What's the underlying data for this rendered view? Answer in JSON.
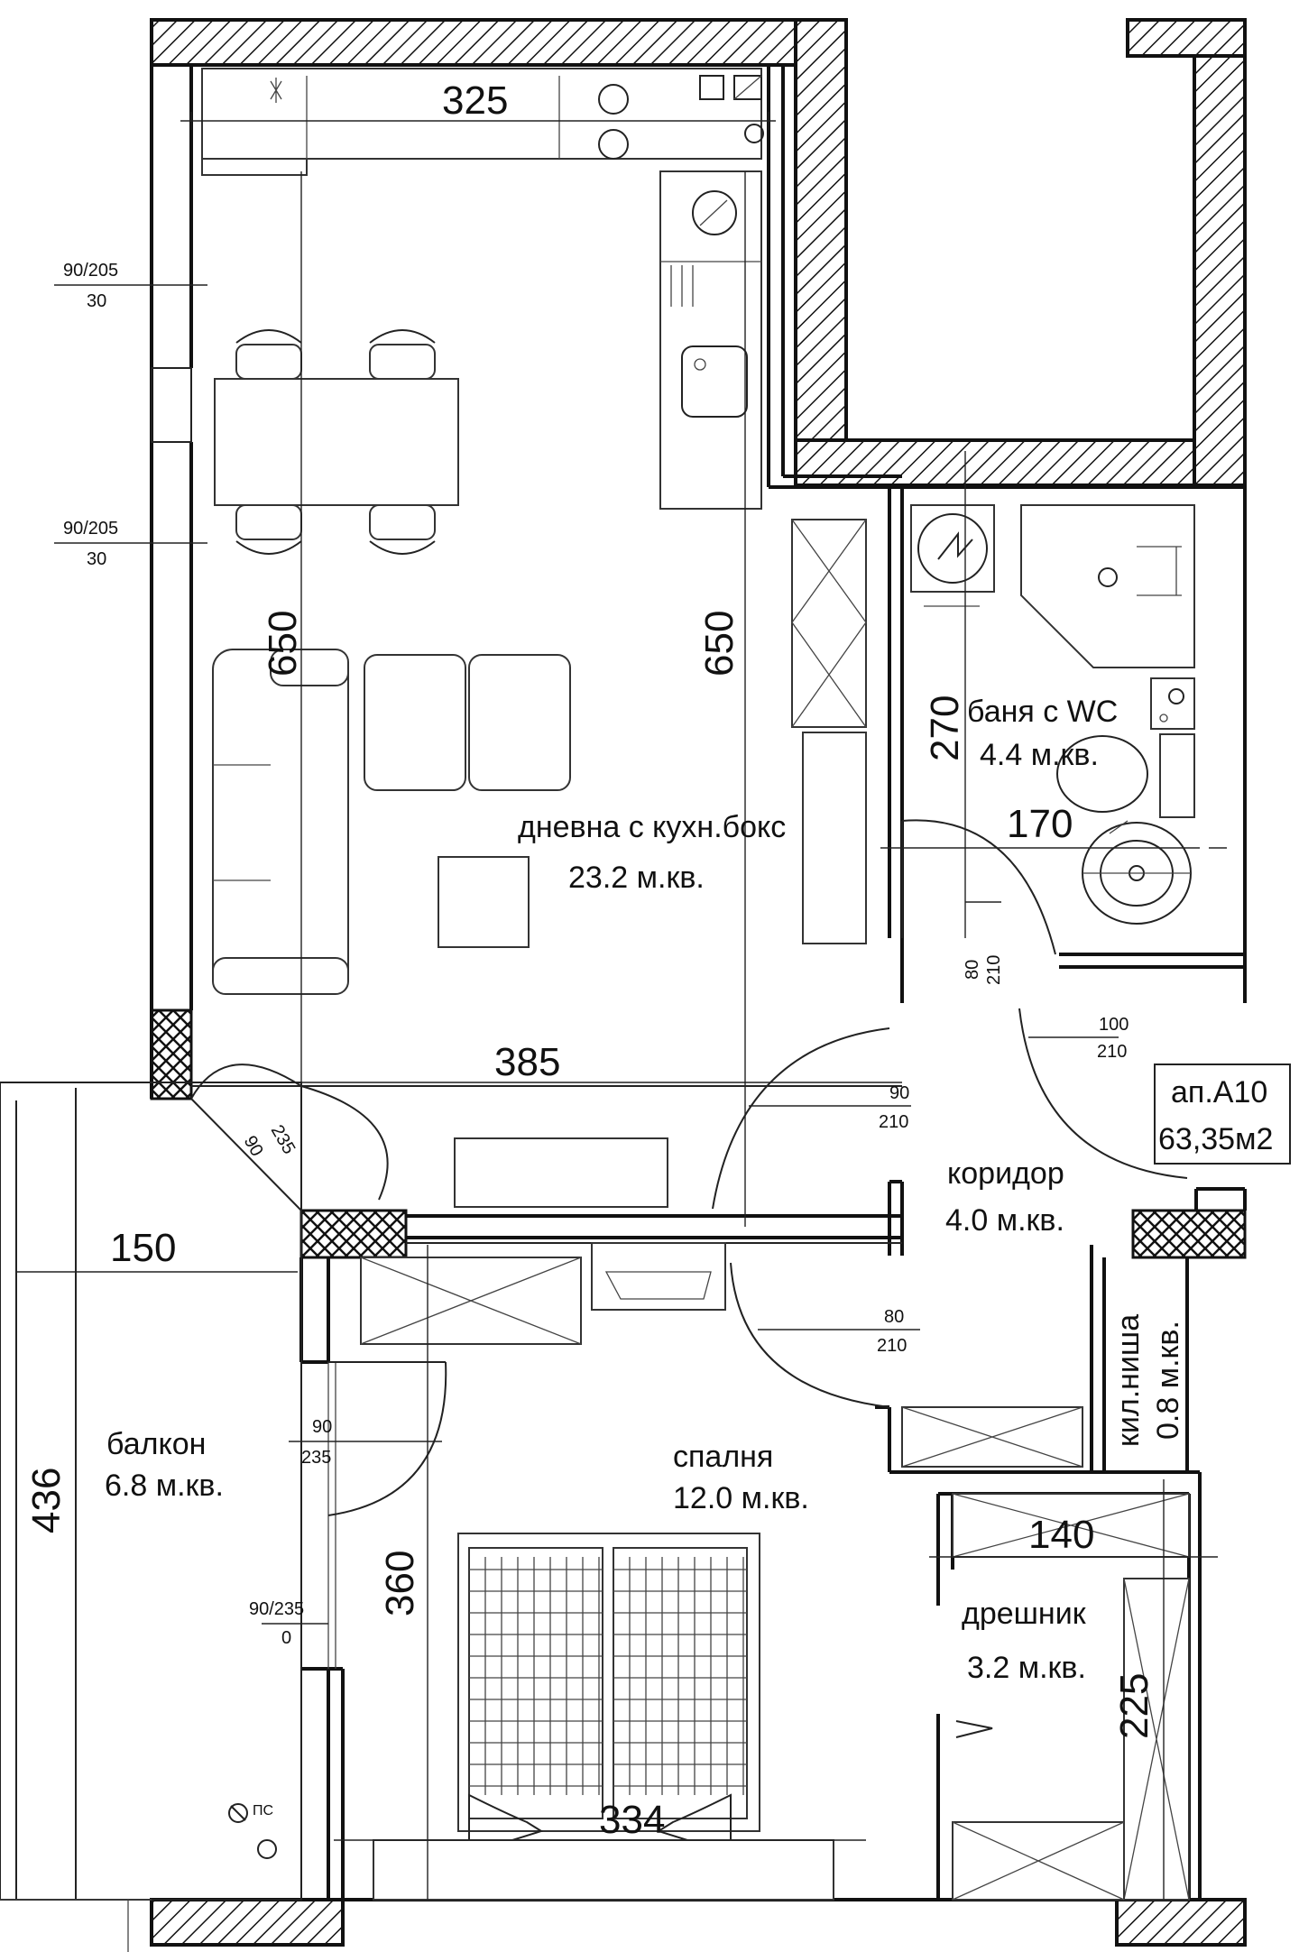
{
  "apartment": {
    "name": "ап.А10",
    "area": "63,35м2"
  },
  "rooms": {
    "living": {
      "name": "дневна с кухн.бокс",
      "area": "23.2 м.кв."
    },
    "bath": {
      "name": "баня с WC",
      "area": "4.4 м.кв."
    },
    "corridor": {
      "name": "коридор",
      "area": "4.0 м.кв."
    },
    "niche": {
      "name": "кил.ниша",
      "area": "0.8 м.кв."
    },
    "bedroom": {
      "name": "спалня",
      "area": "12.0 м.кв."
    },
    "balcony": {
      "name": "балкон",
      "area": "6.8 м.кв."
    },
    "closet": {
      "name": "дрешник",
      "area": "3.2 м.кв."
    }
  },
  "dimensions": {
    "kitchen_width": "325",
    "living_height_left": "650",
    "living_height_right": "650",
    "living_width": "385",
    "bath_height": "270",
    "bath_width": "170",
    "balcony_width": "150",
    "balcony_length": "436",
    "bedroom_height": "360",
    "bedroom_width": "334",
    "closet_width": "140",
    "closet_height": "225"
  },
  "openings": {
    "window_1": {
      "top": "90/205",
      "bottom": "30"
    },
    "window_2": {
      "top": "90/205",
      "bottom": "30"
    },
    "door_bath": {
      "top": "80",
      "bottom": "210"
    },
    "door_entrance": {
      "top": "100",
      "bottom": "210"
    },
    "door_living": {
      "top": "90",
      "bottom": "210"
    },
    "door_balcony_living": {
      "top": "90",
      "bottom": "235"
    },
    "door_bedroom": {
      "top": "80",
      "bottom": "210"
    },
    "door_balcony_bedroom": {
      "top": "90",
      "bottom": "235"
    },
    "window_bedroom": {
      "top": "90/235",
      "bottom": "0"
    }
  },
  "symbols": {
    "floor_drain": "ПС"
  }
}
